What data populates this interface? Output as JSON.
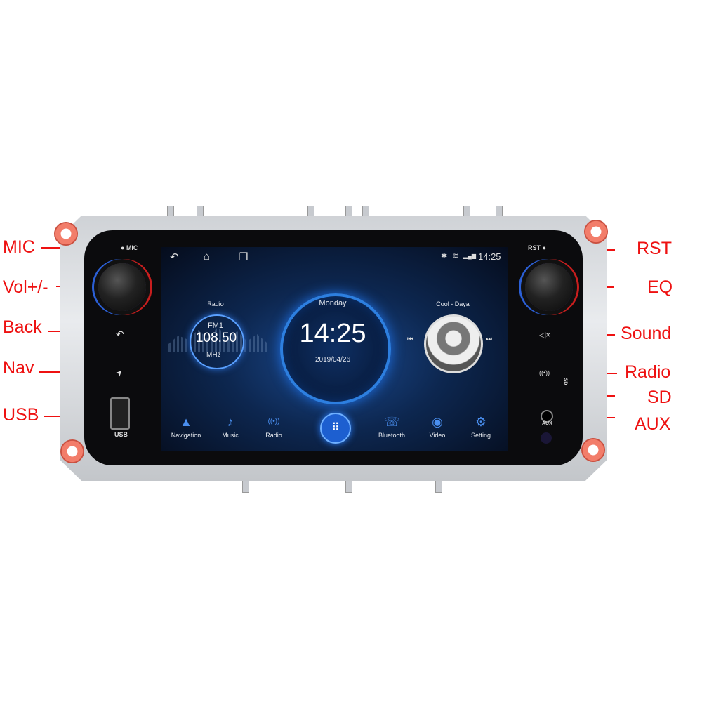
{
  "callouts": {
    "left": [
      "MIC",
      "Vol+/-",
      "Back",
      "Nav",
      "USB"
    ],
    "right": [
      "RST",
      "EQ",
      "Sound",
      "Radio",
      "SD",
      "AUX"
    ]
  },
  "hardware": {
    "mic_label": "MIC",
    "rst_label": "RST",
    "usb_label": "USB",
    "aux_label": "AUX",
    "sd_label": "SD",
    "back_glyph": "↶",
    "nav_glyph": "➤",
    "sound_glyph": "◁×",
    "radio_glyph": "((•))"
  },
  "statusbar": {
    "back_glyph": "↶",
    "home_glyph": "⌂",
    "recents_glyph": "❐",
    "bluetooth_glyph": "✱",
    "wifi_glyph": "≋",
    "signal_glyph": "▂▄▆",
    "time": "14:25"
  },
  "radio_card": {
    "title": "Radio",
    "band": "FM1",
    "frequency": "108.50",
    "unit": "MHz"
  },
  "clock_card": {
    "day": "Monday",
    "time": "14:25",
    "date": "2019/04/26"
  },
  "music_card": {
    "track": "Cool - Daya",
    "prev_glyph": "⏮",
    "next_glyph": "⏭"
  },
  "dock": [
    {
      "label": "Navigation",
      "icon": "navigation-icon",
      "glyph": "▲"
    },
    {
      "label": "Music",
      "icon": "music-icon",
      "glyph": "♪"
    },
    {
      "label": "Radio",
      "icon": "radio-icon",
      "glyph": "((•))"
    },
    {
      "label": "Bluetooth",
      "icon": "bluetooth-phone-icon",
      "glyph": "☏"
    },
    {
      "label": "Video",
      "icon": "video-icon",
      "glyph": "◉"
    },
    {
      "label": "Setting",
      "icon": "settings-gear-icon",
      "glyph": "⚙"
    }
  ],
  "apps_glyph": "⠿",
  "colors": {
    "callout": "#ee1111",
    "accent": "#2d7fe0"
  }
}
